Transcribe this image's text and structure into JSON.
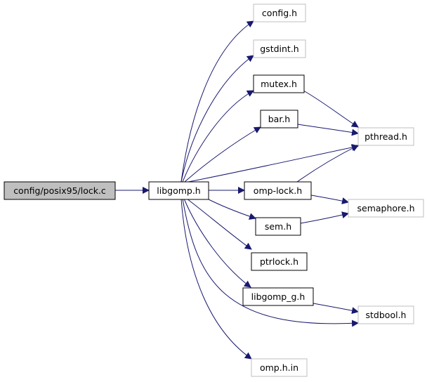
{
  "nodes": {
    "root": "config/posix95/lock.c",
    "libgomp": "libgomp.h",
    "config": "config.h",
    "gstdint": "gstdint.h",
    "mutex": "mutex.h",
    "bar": "bar.h",
    "pthread": "pthread.h",
    "omplock": "omp-lock.h",
    "semaphore": "semaphore.h",
    "sem": "sem.h",
    "ptrlock": "ptrlock.h",
    "libgomp_g": "libgomp_g.h",
    "stdbool": "stdbool.h",
    "omp": "omp.h.in"
  },
  "colors": {
    "edge": "#191970",
    "root_fill": "#bfbfbf",
    "documented_border": "#000000",
    "undocumented_border": "#bfbfbf"
  }
}
